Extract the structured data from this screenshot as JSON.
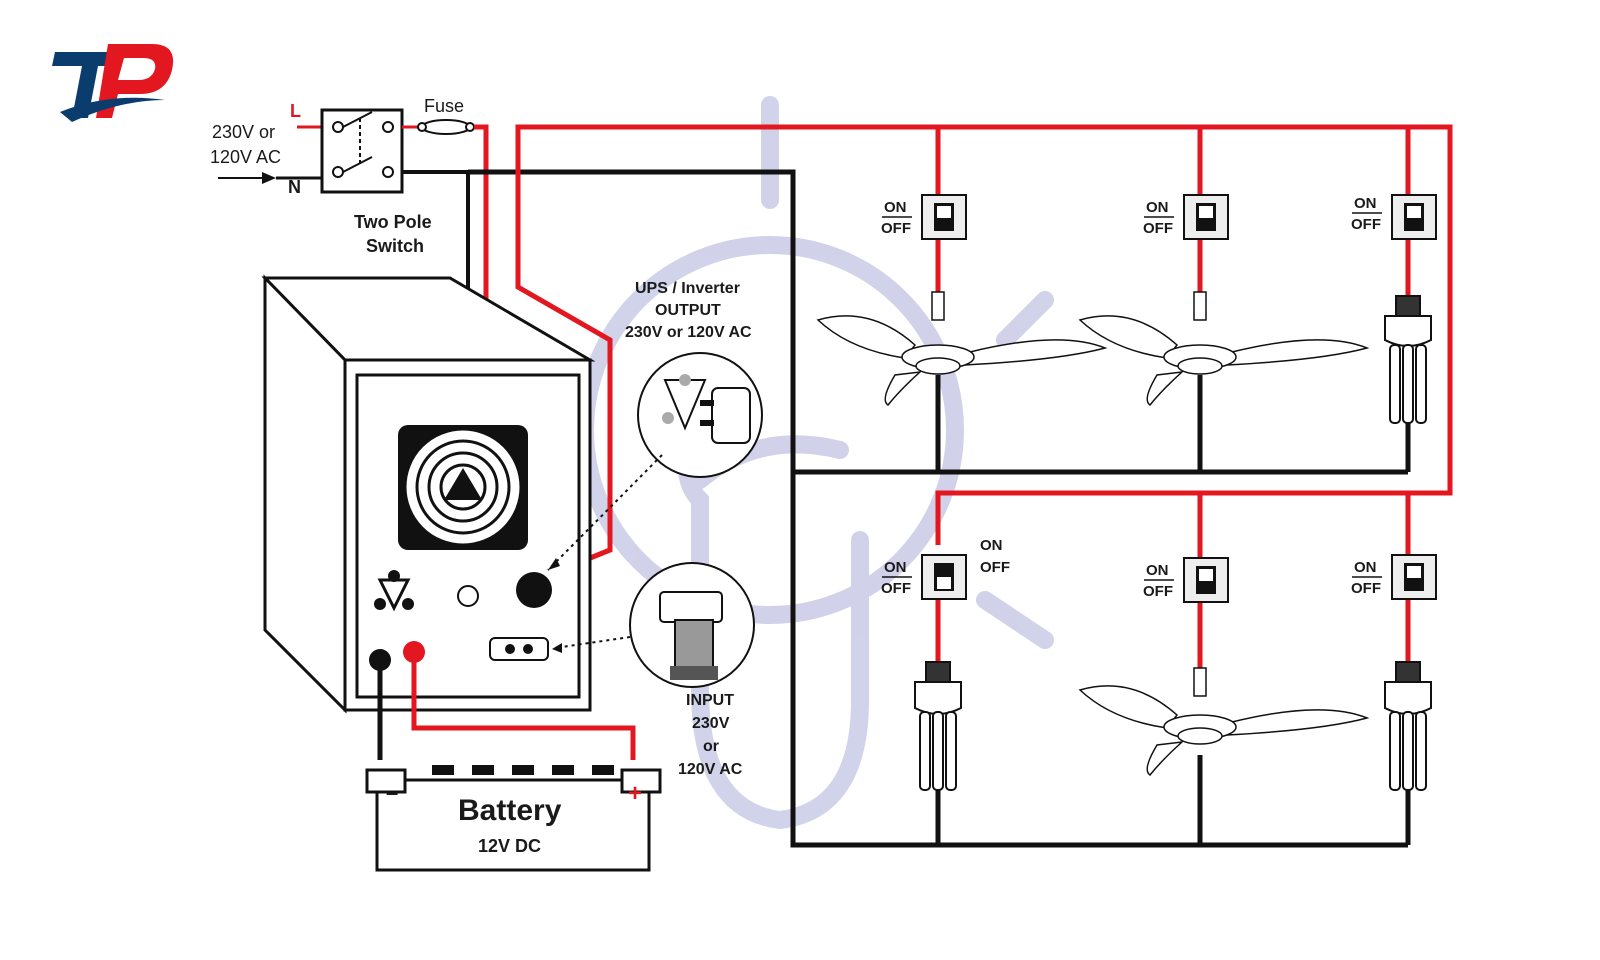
{
  "logo": {
    "text": "TP",
    "color_primary": "#0b3c6e",
    "color_accent": "#e3171f"
  },
  "mains": {
    "line1": "230V or",
    "line2": "120V AC",
    "live": "L",
    "neutral": "N"
  },
  "fuse": {
    "label": "Fuse"
  },
  "switch": {
    "label1": "Two Pole",
    "label2": "Switch"
  },
  "output": {
    "line1": "UPS / Inverter",
    "line2": "OUTPUT",
    "line3": "230V or 120V AC"
  },
  "input": {
    "line1": "INPUT",
    "line2": "230V",
    "line3": "or",
    "line4": "120V AC"
  },
  "battery": {
    "title": "Battery",
    "rating": "12V DC",
    "neg": "–",
    "pos": "+"
  },
  "switch_labels": {
    "on": "ON",
    "off": "OFF",
    "stray_on": "ON",
    "stray_off": "OFF"
  },
  "loads": {
    "top": [
      "ceiling-fan",
      "ceiling-fan",
      "cfl-bulb"
    ],
    "bottom": [
      "cfl-bulb",
      "ceiling-fan",
      "cfl-bulb"
    ]
  },
  "colors": {
    "live": "#e3171f",
    "neutral": "#111111",
    "watermark": "#c9cbe6"
  }
}
